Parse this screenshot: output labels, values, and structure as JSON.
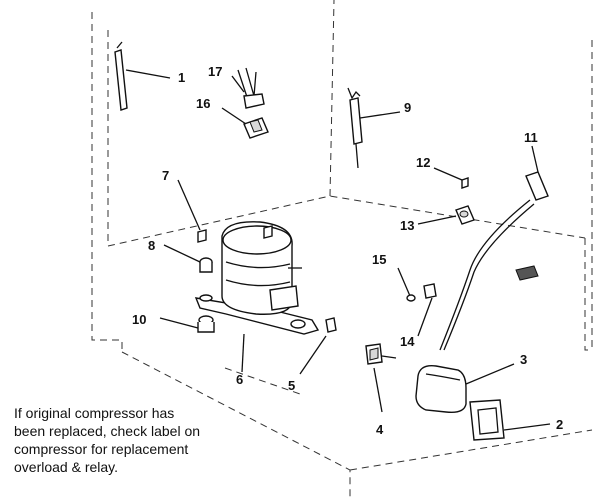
{
  "callouts": {
    "c1": "1",
    "c2": "2",
    "c3": "3",
    "c4": "4",
    "c5": "5",
    "c6": "6",
    "c7": "7",
    "c8": "8",
    "c9": "9",
    "c10": "10",
    "c11": "11",
    "c12": "12",
    "c13": "13",
    "c14": "14",
    "c15": "15",
    "c16": "16",
    "c17": "17"
  },
  "note": {
    "line1": "If original compressor has",
    "line2": "been replaced, check label on",
    "line3": "compressor for replacement",
    "line4": "overload & relay."
  }
}
